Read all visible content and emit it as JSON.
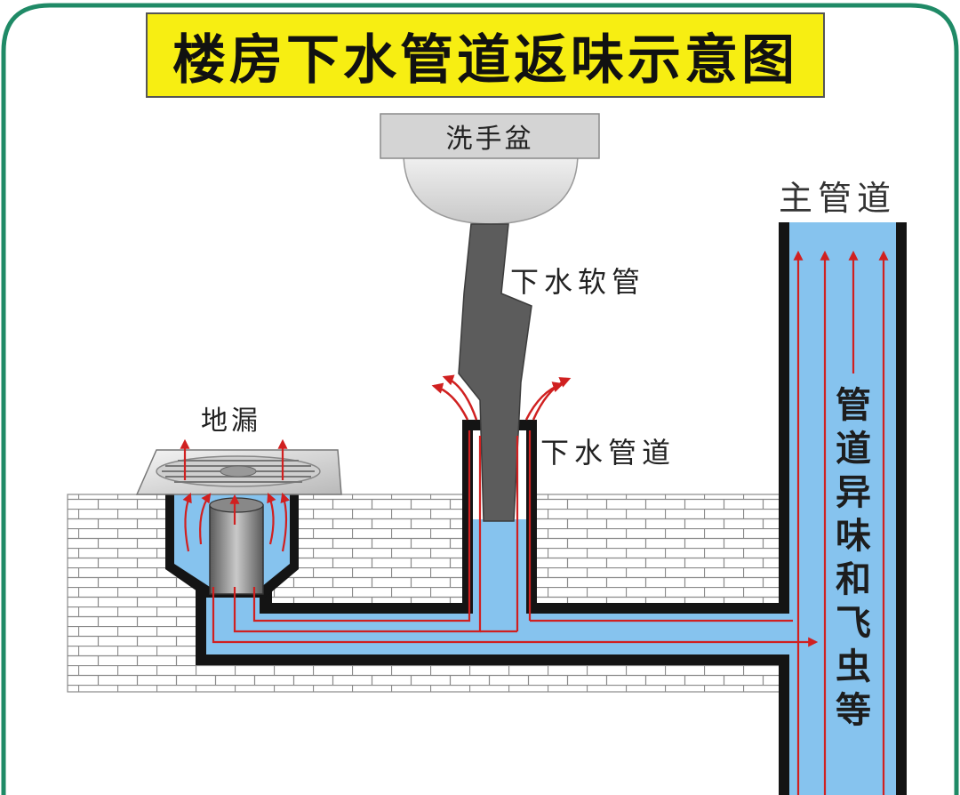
{
  "title": "楼房下水管道返味示意图",
  "labels": {
    "basin": "洗手盆",
    "main_pipe": "主管道",
    "hose": "下水软管",
    "drain_pipe": "下水管道",
    "floor_drain": "地漏"
  },
  "vertical_caption": [
    "管",
    "道",
    "异",
    "味",
    "和",
    "飞",
    "虫",
    "等"
  ],
  "colors": {
    "title_bg": "#f7ee12",
    "frame": "#1f8a66",
    "water": "#86c3ee",
    "pipe_wall": "#141414",
    "hose": "#5c5c5c",
    "arrow": "#d02020",
    "brick_line": "#8a8a8a"
  }
}
